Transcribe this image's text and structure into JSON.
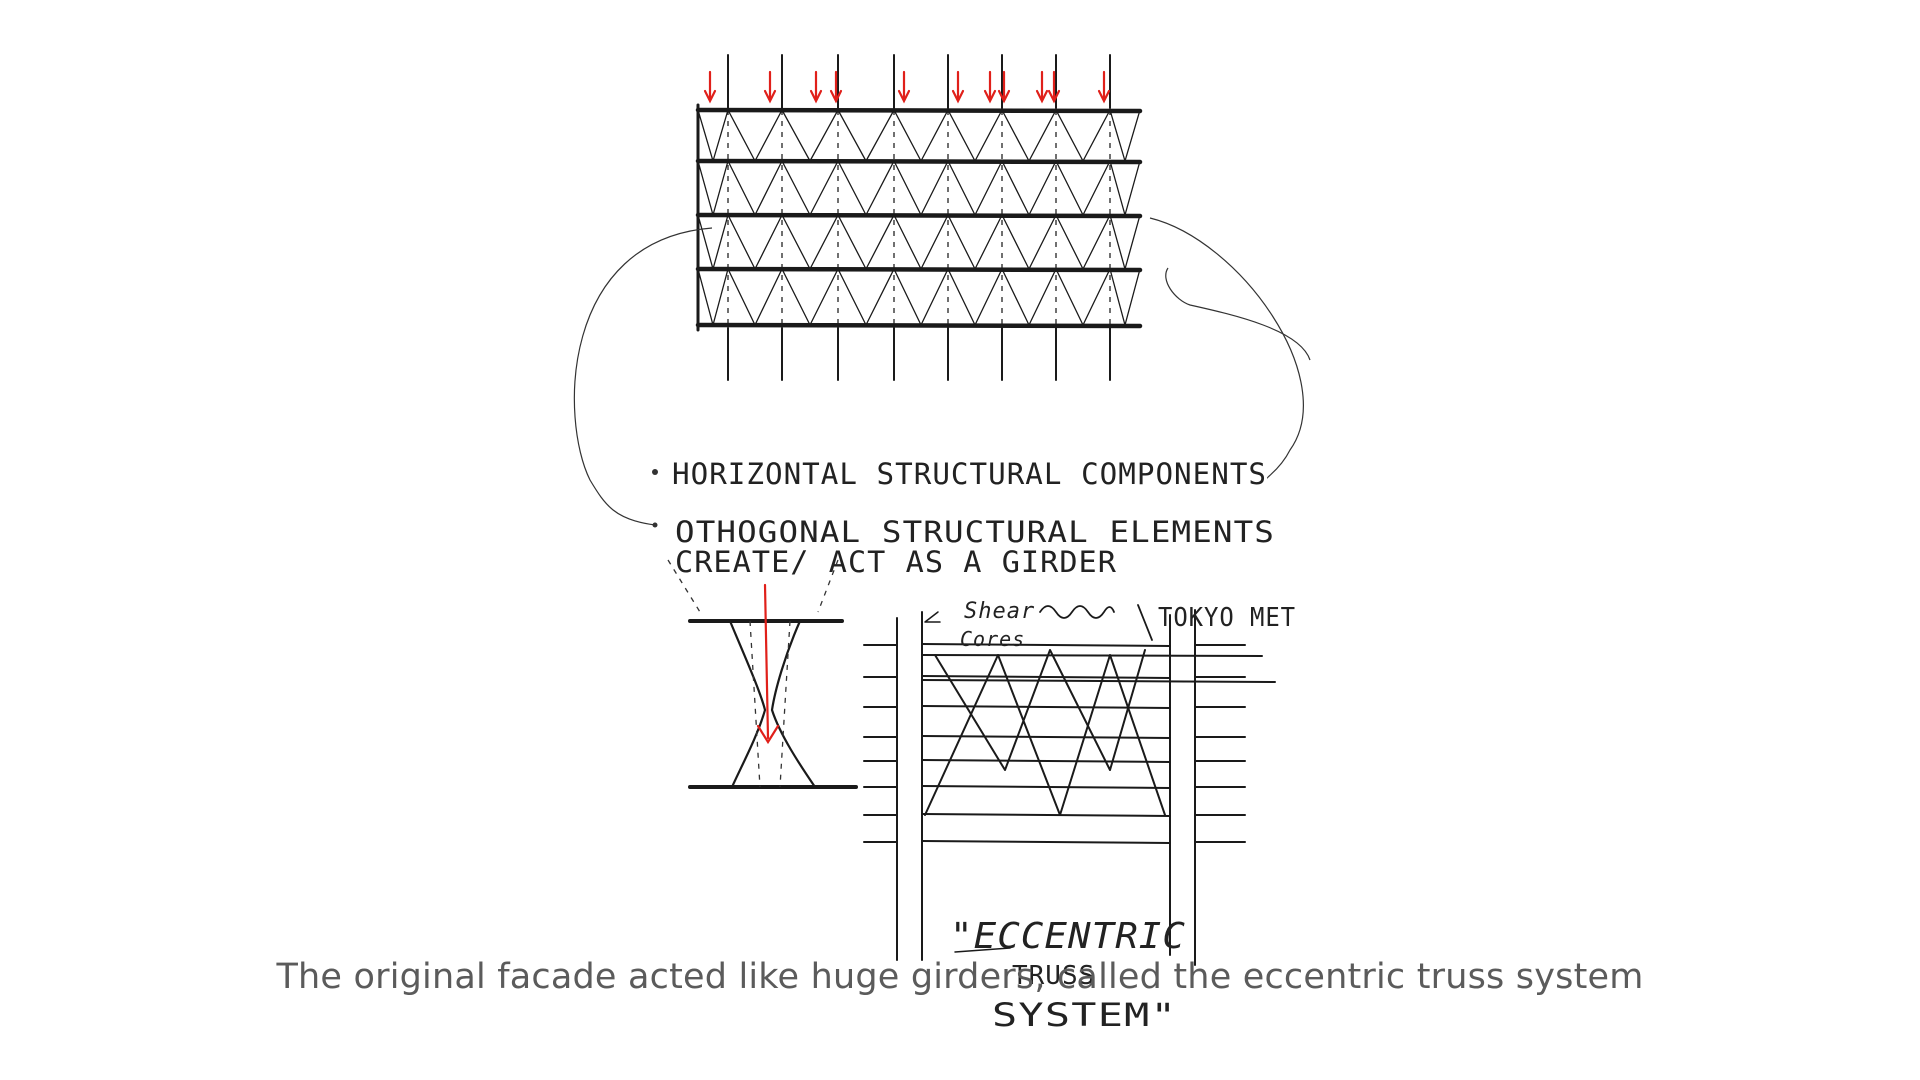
{
  "notes": {
    "bullet_1": "HORIZONTAL STRUCTURAL COMPONENTS",
    "bullet_2_line_1": "OTHOGONAL STRUCTURAL ELEMENTS",
    "bullet_2_line_2": "CREATE/ ACT AS A GIRDER"
  },
  "truss_sketch": {
    "label_shear_line_1": "Shear",
    "label_shear_line_2": "Cores",
    "label_tokyo": "TOKYO MET",
    "title_line_1": "\"ECCENTRIC",
    "title_line_2": "TRUSS",
    "title_line_3": "SYSTEM\""
  },
  "caption": "The original facade acted like huge girders, called the eccentric truss system",
  "colors": {
    "ink": "#1a1a1a",
    "load_arrow": "#e0201a",
    "caption": "#5b5b5b"
  }
}
